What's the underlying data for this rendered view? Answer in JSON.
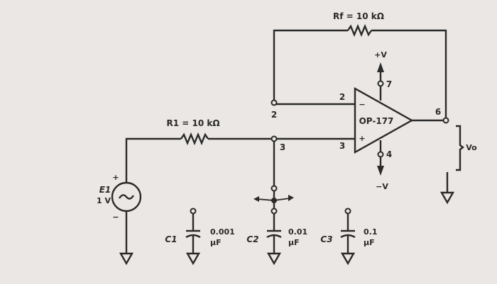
{
  "feedback_resistor": {
    "label": "Rf = 10 kΩ"
  },
  "input_resistor": {
    "label": "R1 = 10 kΩ"
  },
  "opamp": {
    "label": "OP-177",
    "inverting_pin": "2",
    "noninverting_pin": "3",
    "output_pin": "6",
    "vplus_pin": "7",
    "vminus_pin": "4",
    "inv_sign": "−",
    "noninv_sign": "+"
  },
  "nodes": {
    "node2": "2",
    "node3": "3"
  },
  "supply": {
    "positive": "+V",
    "negative": "−V"
  },
  "source": {
    "name": "E1",
    "value": "1 V",
    "plus": "+",
    "minus": "−"
  },
  "output": {
    "label": "Vo"
  },
  "capacitors": [
    {
      "name": "C1",
      "value": "0.001",
      "unit": "µF"
    },
    {
      "name": "C2",
      "value": "0.01",
      "unit": "µF"
    },
    {
      "name": "C3",
      "value": "0.1",
      "unit": "µF"
    }
  ]
}
